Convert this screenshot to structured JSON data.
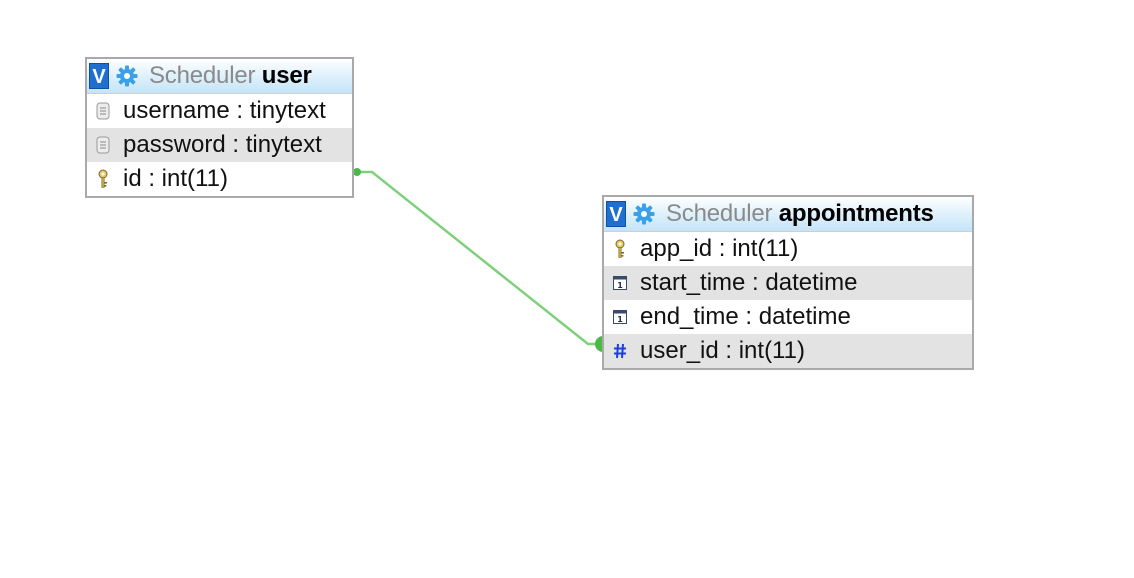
{
  "colors": {
    "relation_line": "#7fd07a",
    "header_gradient_end": "#c4e4f8",
    "toggle": "#1f6fd0",
    "alt_row": "#e3e3e3"
  },
  "tables": {
    "user": {
      "toggle_label": "V",
      "db": "Scheduler",
      "name": "user",
      "columns": [
        {
          "text": "username : tinytext",
          "icon": "text-field-icon"
        },
        {
          "text": "password : tinytext",
          "icon": "text-field-icon"
        },
        {
          "text": "id : int(11)",
          "icon": "primary-key-icon"
        }
      ]
    },
    "appointments": {
      "toggle_label": "V",
      "db": "Scheduler",
      "name": "appointments",
      "columns": [
        {
          "text": "app_id : int(11)",
          "icon": "primary-key-icon"
        },
        {
          "text": "start_time : datetime",
          "icon": "datetime-icon"
        },
        {
          "text": "end_time : datetime",
          "icon": "datetime-icon"
        },
        {
          "text": "user_id : int(11)",
          "icon": "numeric-hash-icon"
        }
      ]
    }
  },
  "relations": [
    {
      "from": "user.id",
      "to": "appointments.user_id"
    }
  ]
}
